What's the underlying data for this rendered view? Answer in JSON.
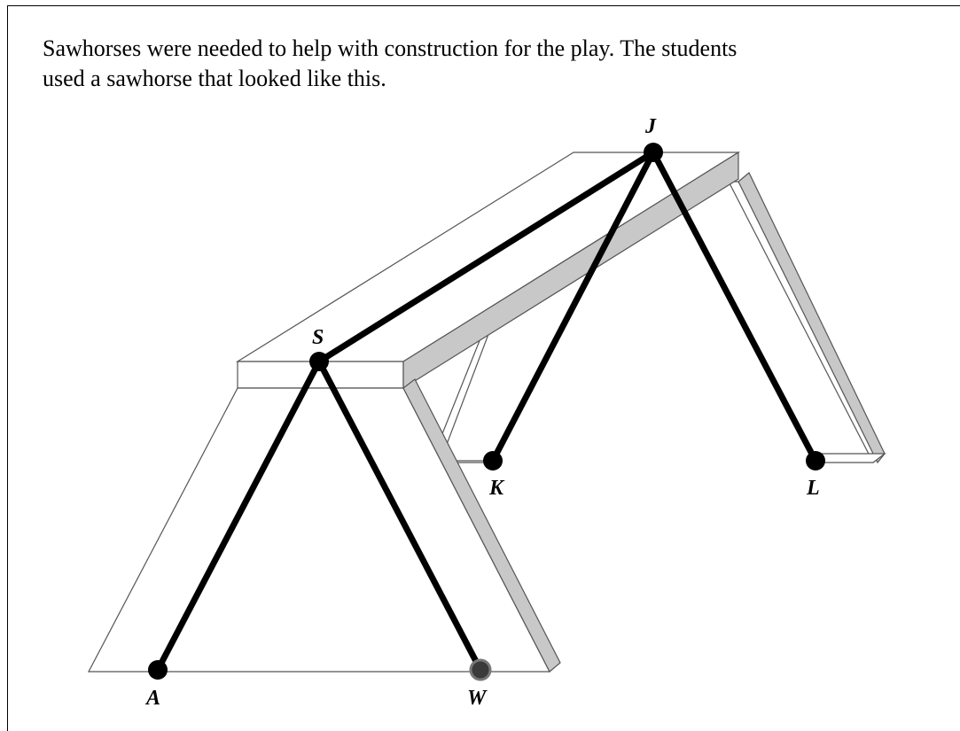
{
  "prompt": {
    "line1": "Sawhorses were needed to help with construction for the play.  The students",
    "line2": "used a sawhorse that looked like this."
  },
  "points": {
    "J": "J",
    "S": "S",
    "K": "K",
    "L": "L",
    "A": "A",
    "W": "W"
  },
  "colors": {
    "wood_side": "#c8c8c8",
    "wood_face": "#ffffff",
    "rope": "#000000",
    "dot": "#000000"
  }
}
